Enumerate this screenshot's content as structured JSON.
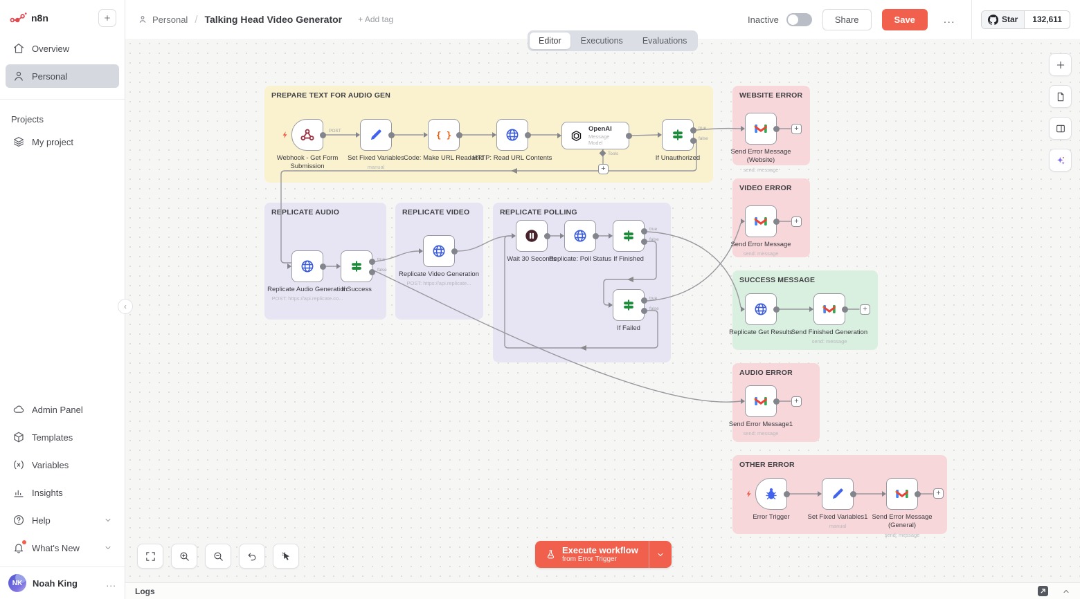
{
  "brand": {
    "name": "n8n"
  },
  "sidebar": {
    "items_top": [
      {
        "label": "Overview",
        "icon": "home",
        "active": false
      },
      {
        "label": "Personal",
        "icon": "user",
        "active": true
      }
    ],
    "projects_label": "Projects",
    "project_items": [
      {
        "label": "My project",
        "icon": "layers",
        "active": false
      }
    ],
    "items_bottom": [
      {
        "label": "Admin Panel",
        "icon": "cloud"
      },
      {
        "label": "Templates",
        "icon": "package"
      },
      {
        "label": "Variables",
        "icon": "variables"
      },
      {
        "label": "Insights",
        "icon": "chart"
      },
      {
        "label": "Help",
        "icon": "help",
        "chevron": true
      },
      {
        "label": "What's New",
        "icon": "bell",
        "chevron": true,
        "badge": true
      }
    ],
    "user": {
      "initials": "NK",
      "name": "Noah King",
      "menu": "..."
    }
  },
  "header": {
    "breadcrumb_project": "Personal",
    "title": "Talking Head Video Generator",
    "add_tag": "+ Add tag",
    "status_label": "Inactive",
    "share_label": "Share",
    "save_label": "Save",
    "menu_dots": "...",
    "star_label": "Star",
    "star_count": "132,611"
  },
  "tabs": [
    {
      "label": "Editor",
      "active": true
    },
    {
      "label": "Executions",
      "active": false
    },
    {
      "label": "Evaluations",
      "active": false
    }
  ],
  "canvas": {
    "labels": {
      "post": "POST",
      "tools": "Tools",
      "true": "true",
      "false": "false"
    },
    "groups": [
      {
        "id": "prepare",
        "label": "PREPARE TEXT FOR AUDIO GEN",
        "color": "#FAF1CE"
      },
      {
        "id": "rep_audio",
        "label": "REPLICATE AUDIO",
        "color": "#E7E5F3"
      },
      {
        "id": "rep_video",
        "label": "REPLICATE VIDEO",
        "color": "#E7E5F3"
      },
      {
        "id": "rep_polling",
        "label": "REPLICATE POLLING",
        "color": "#E7E5F3"
      },
      {
        "id": "website_error",
        "label": "WEBSITE ERROR",
        "color": "#F8D7DA"
      },
      {
        "id": "video_error",
        "label": "VIDEO ERROR",
        "color": "#F8D7DA"
      },
      {
        "id": "success",
        "label": "SUCCESS MESSAGE",
        "color": "#D9EFDF"
      },
      {
        "id": "audio_error",
        "label": "AUDIO ERROR",
        "color": "#F8D7DA"
      },
      {
        "id": "other_error",
        "label": "OTHER ERROR",
        "color": "#F8D7DA"
      }
    ],
    "nodes": [
      {
        "id": "webhook",
        "label": "Webhook - Get Form Submission",
        "icon": "webhook",
        "type": "trigger",
        "post_label": true
      },
      {
        "id": "set_fixed",
        "label": "Set Fixed Variables",
        "subtitle": "manual",
        "icon": "pencil"
      },
      {
        "id": "code",
        "label": "Code: Make URL Readable",
        "icon": "code"
      },
      {
        "id": "http_read",
        "label": "HTTP: Read URL Contents",
        "icon": "globe"
      },
      {
        "id": "openai",
        "label": "OpenAI",
        "subtitle": "Message Model",
        "icon": "openai",
        "type": "wide"
      },
      {
        "id": "if_unauthorized",
        "label": "If Unauthorized",
        "icon": "if",
        "outputs": 2
      },
      {
        "id": "replicate_audio",
        "label": "Replicate Audio Generation",
        "subtitle": "POST: https://api.replicate.co...",
        "icon": "globe"
      },
      {
        "id": "if_success",
        "label": "If Success",
        "icon": "if",
        "outputs": 2
      },
      {
        "id": "replicate_video",
        "label": "Replicate Video Generation",
        "subtitle": "POST: https://api.replicate...",
        "icon": "globe"
      },
      {
        "id": "wait30",
        "label": "Wait 30 Seconds",
        "icon": "wait"
      },
      {
        "id": "poll_status",
        "label": "Replicate: Poll Status",
        "icon": "globe"
      },
      {
        "id": "if_finished",
        "label": "If Finished",
        "icon": "if",
        "outputs": 2
      },
      {
        "id": "if_failed",
        "label": "If Failed",
        "icon": "if",
        "outputs": 2
      },
      {
        "id": "send_err_website",
        "label": "Send Error Message (Website)",
        "subtitle": "send: message",
        "icon": "gmail"
      },
      {
        "id": "send_err_video",
        "label": "Send Error Message",
        "subtitle": "send: message",
        "icon": "gmail"
      },
      {
        "id": "replicate_get",
        "label": "Replicate Get Results",
        "icon": "globe"
      },
      {
        "id": "send_finished",
        "label": "Send Finished Generation",
        "subtitle": "send: message",
        "icon": "gmail"
      },
      {
        "id": "send_err_audio",
        "label": "Send Error Message1",
        "subtitle": "send: message",
        "icon": "gmail"
      },
      {
        "id": "error_trigger",
        "label": "Error Trigger",
        "icon": "bug",
        "type": "trigger"
      },
      {
        "id": "set_fixed1",
        "label": "Set Fixed Variables1",
        "subtitle": "manual",
        "icon": "pencil"
      },
      {
        "id": "send_err_general",
        "label": "Send Error Message (General)",
        "subtitle": "send: message",
        "icon": "gmail"
      }
    ]
  },
  "controls": {
    "execute_label": "Execute workflow",
    "execute_sub": "from Error Trigger"
  },
  "logs": {
    "label": "Logs"
  },
  "colors": {
    "primary": "#F0604D",
    "canvas_bg": "#F6F6F4"
  }
}
